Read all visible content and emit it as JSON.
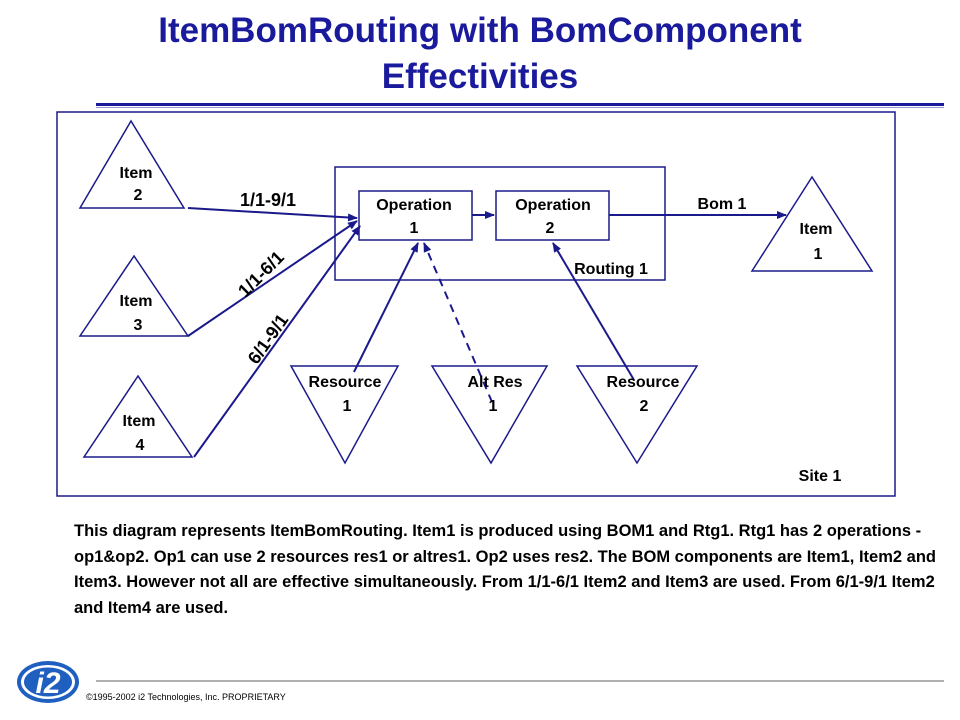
{
  "title_line1": "ItemBomRouting with BomComponent",
  "title_line2": "Effectivities",
  "nodes": {
    "item2": {
      "line1": "Item",
      "line2": "2"
    },
    "item3": {
      "line1": "Item",
      "line2": "3"
    },
    "item4": {
      "line1": "Item",
      "line2": "4"
    },
    "item1": {
      "line1": "Item",
      "line2": "1"
    },
    "op1": {
      "line1": "Operation",
      "line2": "1"
    },
    "op2": {
      "line1": "Operation",
      "line2": "2"
    },
    "res1": {
      "line1": "Resource",
      "line2": "1"
    },
    "altres1": {
      "line1": "Alt Res",
      "line2": "1"
    },
    "res2": {
      "line1": "Resource",
      "line2": "2"
    }
  },
  "labels": {
    "routing": "Routing 1",
    "site": "Site 1",
    "bom": "Bom 1",
    "eff_item2": "1/1-9/1",
    "eff_item3": "1/1-6/1",
    "eff_item4": "6/1-9/1"
  },
  "caption": "This diagram represents ItemBomRouting. Item1 is produced using BOM1 and Rtg1. Rtg1  has 2 operations -op1&op2.  Op1 can use 2 resources  res1 or altres1.  Op2 uses res2.  The BOM components are Item1, Item2 and Item3.  However not all are effective simultaneously. From 1/1-6/1 Item2 and Item3 are used. From 6/1-9/1 Item2 and Item4 are used.",
  "footer": "©1995-2002 i2 Technologies, Inc. PROPRIETARY",
  "logo_text": "i2",
  "colors": {
    "title": "#1a1a9c",
    "line": "#1a1a8c",
    "logo": "#1f5fbf"
  }
}
